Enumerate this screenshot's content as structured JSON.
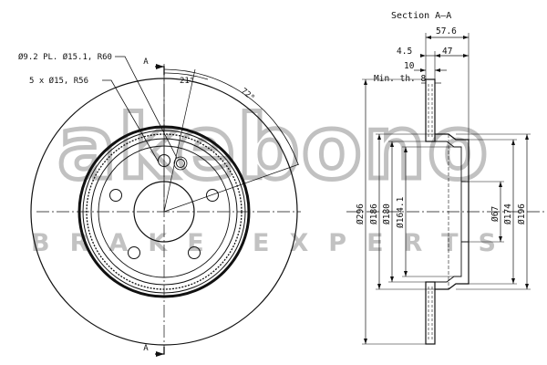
{
  "watermark": {
    "logo": "akebono",
    "tagline": "BRAKE EXPERTS"
  },
  "front_view": {
    "section_marker_top": "A",
    "section_marker_bottom": "A",
    "holes_label": "Ø9.2 PL. Ø15.1, R60",
    "bolt_label": "5 x Ø15, R56",
    "angle_small": "21°",
    "angle_large": "72°"
  },
  "section_view": {
    "title": "Section A–A",
    "width_total": "57.6",
    "offset_a": "4.5",
    "depth": "47",
    "thickness": "10",
    "min_thickness": "Min. th. 8",
    "diameters_left": [
      "Ø296",
      "Ø186",
      "Ø180",
      "Ø164.1"
    ],
    "diameters_right": [
      "Ø67",
      "Ø174",
      "Ø196"
    ]
  }
}
